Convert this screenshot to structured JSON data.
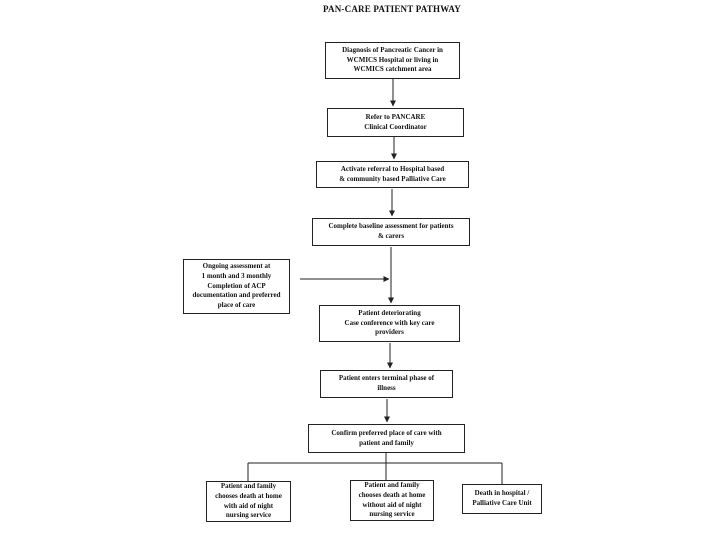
{
  "slide": {
    "title": "PAN-CARE PATIENT PATHWAY"
  },
  "flowchart": {
    "nodes": {
      "diagnosis": {
        "text": "Diagnosis of Pancreatic Cancer in\nWCMICS Hospital or living in\nWCMICS catchment area"
      },
      "refer": {
        "text": "Refer to PANCARE\nClinical Coordinator"
      },
      "activate": {
        "text": "Activate referral to Hospital based\n& community based Palliative Care"
      },
      "baseline": {
        "text": "Complete baseline assessment for patients\n& carers"
      },
      "ongoing": {
        "text": "Ongoing assessment at\n1 month and 3 monthly\nCompletion of ACP\ndocumentation and preferred\nplace of care"
      },
      "deteriorate": {
        "text": "Patient deteriorating\nCase conference with key care\nproviders"
      },
      "terminal": {
        "text": "Patient enters terminal phase of\nillness"
      },
      "confirm": {
        "text": "Confirm preferred place of care with\npatient and family"
      },
      "home_night": {
        "text": "Patient and family\nchooses death at home\nwith aid of night\nnursing service"
      },
      "home_alone": {
        "text": "Patient and family\nchooses death at home\nwithout aid of night\nnursing service"
      },
      "hospital": {
        "text": "Death in hospital /\nPalliative Care Unit"
      }
    },
    "colors": {
      "line": "#222222",
      "text": "#111111",
      "background": "#ffffff"
    }
  }
}
